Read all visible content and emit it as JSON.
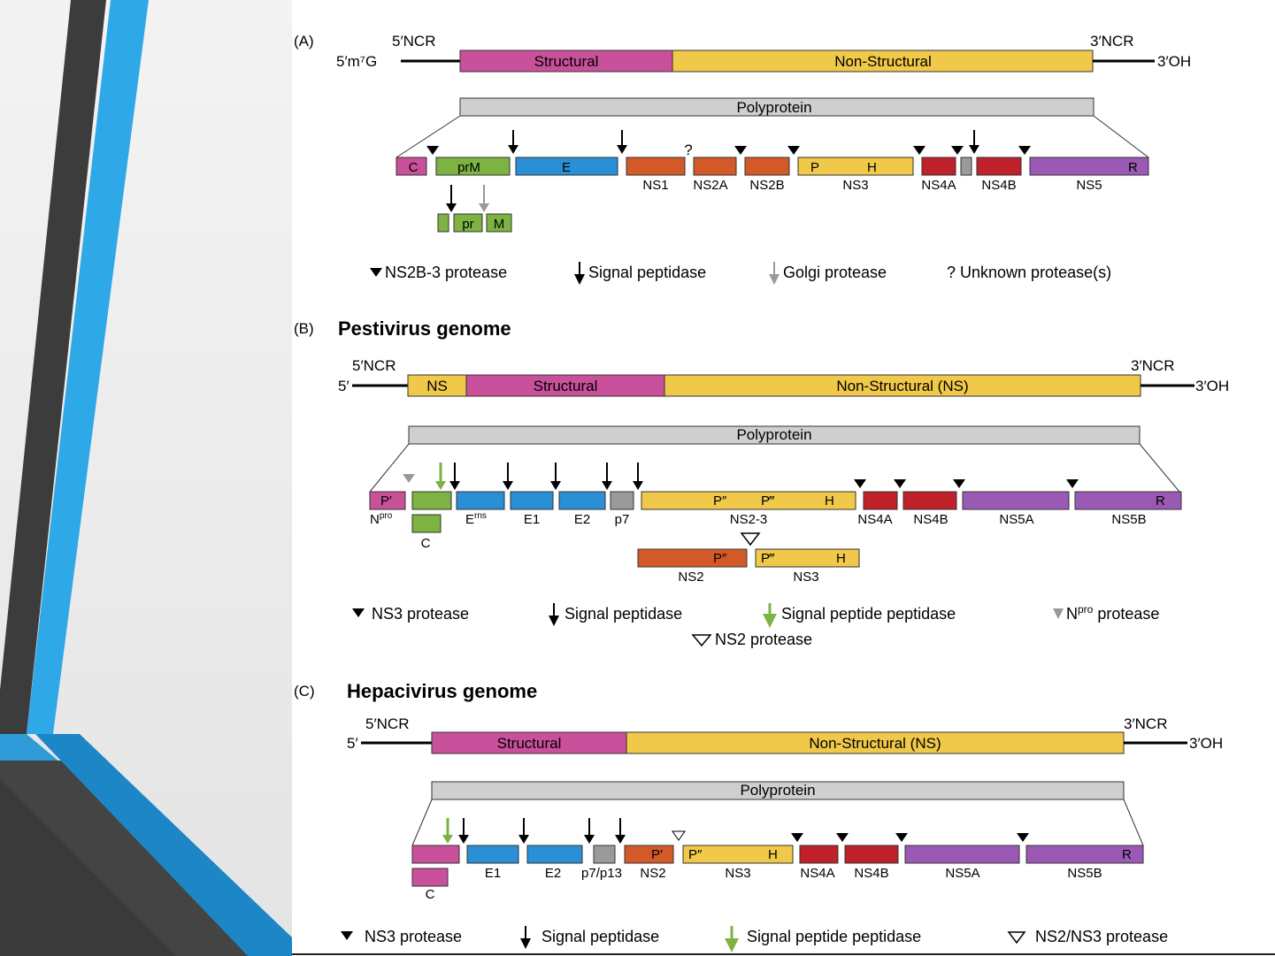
{
  "colors": {
    "structural": "#c9509b",
    "nonstructural": "#f0c84a",
    "polyprotein": "#cfcfcf",
    "green": "#7cb342",
    "blue": "#2a8fd4",
    "orange_red": "#d35a28",
    "red": "#c0202a",
    "purple": "#9b59b6",
    "gray_protein": "#9a9a9a",
    "slide_blue": "#2ea8e6",
    "slide_dark": "#3c3c3c"
  },
  "panel_a": {
    "label": "(A)",
    "ncr5": "5′NCR",
    "ncr3": "3′NCR",
    "end5": "5′m⁷G",
    "end3": "3′OH",
    "structural": "Structural",
    "nonstructural": "Non-Structural",
    "polyprotein": "Polyprotein",
    "proteins": {
      "c": "C",
      "prm": "prM",
      "e": "E",
      "p": "P",
      "h": "H",
      "r": "R",
      "pr": "pr",
      "m": "M",
      "question": "?"
    },
    "names": [
      "NS1",
      "NS2A",
      "NS2B",
      "NS3",
      "NS4A",
      "NS4B",
      "NS5"
    ],
    "legend": {
      "ns2b3": "NS2B-3 protease",
      "signal": "Signal peptidase",
      "golgi": "Golgi protease",
      "unknown": "? Unknown protease(s)"
    }
  },
  "panel_b": {
    "label": "(B)",
    "title": "Pestivirus genome",
    "ncr5": "5′NCR",
    "ncr3": "3′NCR",
    "end5": "5′",
    "end3": "3′OH",
    "ns": "NS",
    "structural": "Structural",
    "nonstructural": "Non-Structural (NS)",
    "polyprotein": "Polyprotein",
    "proteins": {
      "p1": "P′",
      "p2": "P″",
      "p3": "P‴",
      "h": "H",
      "r": "R",
      "p2b": "P″",
      "p3b": "P‴",
      "hb": "H"
    },
    "names": {
      "npro": "N",
      "npro_sup": "pro",
      "c": "C",
      "erns": "E",
      "erns_sup": "rns",
      "e1": "E1",
      "e2": "E2",
      "p7": "p7",
      "ns23": "NS2-3",
      "ns4a": "NS4A",
      "ns4b": "NS4B",
      "ns5a": "NS5A",
      "ns5b": "NS5B",
      "ns2": "NS2",
      "ns3": "NS3"
    },
    "legend": {
      "ns3": "NS3 protease",
      "signal": "Signal peptidase",
      "spp": "Signal peptide peptidase",
      "npro_n": "N",
      "npro_sup": "pro",
      "npro_rest": " protease",
      "ns2": "NS2 protease"
    }
  },
  "panel_c": {
    "label": "(C)",
    "title": "Hepacivirus genome",
    "ncr5": "5′NCR",
    "ncr3": "3′NCR",
    "end5": "5′",
    "end3": "3′OH",
    "structural": "Structural",
    "nonstructural": "Non-Structural (NS)",
    "polyprotein": "Polyprotein",
    "proteins": {
      "p1": "P′",
      "p2": "P″",
      "h": "H",
      "r": "R"
    },
    "names": {
      "c": "C",
      "e1": "E1",
      "e2": "E2",
      "p7": "p7/p13",
      "ns2": "NS2",
      "ns3": "NS3",
      "ns4a": "NS4A",
      "ns4b": "NS4B",
      "ns5a": "NS5A",
      "ns5b": "NS5B"
    },
    "legend": {
      "ns3": "NS3 protease",
      "signal": "Signal peptidase",
      "spp": "Signal peptide peptidase",
      "ns2ns3": "NS2/NS3 protease"
    }
  }
}
